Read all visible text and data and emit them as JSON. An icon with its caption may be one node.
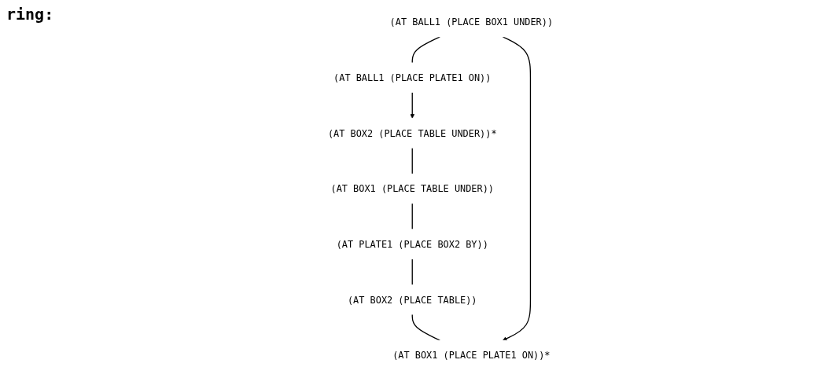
{
  "diagram": {
    "title": "ring:",
    "nodes": [
      {
        "text": [
          "(AT BALL1 (PLACE PLATE1 ON))"
        ]
      },
      {
        "text": [
          "(AT BALL1 (PLACE BOX1 UNDER))"
        ]
      },
      {
        "text": [
          "(AT BOX2 (PLACE TABLE UNDER))*"
        ]
      },
      {
        "text": [
          "(AT BOX1 (PLACE PLATE1 ON))*"
        ]
      },
      {
        "text": [
          "(AT BOX1 (PLACE TABLE UNDER))"
        ]
      },
      {
        "text": [
          "(AT BOX2 (PLACE TABLE))"
        ]
      },
      {
        "text": [
          "(AT PLATE1 (PLACE BOX2 BY))"
        ]
      }
    ],
    "edges": [
      {
        "from": 1,
        "to": 0,
        "arrow": "none"
      },
      {
        "from": 0,
        "to": 2,
        "arrow": "to"
      },
      {
        "from": 2,
        "to": 4,
        "arrow": "none"
      },
      {
        "from": 4,
        "to": 6,
        "arrow": "none"
      },
      {
        "from": 6,
        "to": 5,
        "arrow": "none"
      },
      {
        "from": 5,
        "to": 3,
        "arrow": "none"
      },
      {
        "from": 1,
        "to": 3,
        "arrow": "to"
      }
    ]
  }
}
